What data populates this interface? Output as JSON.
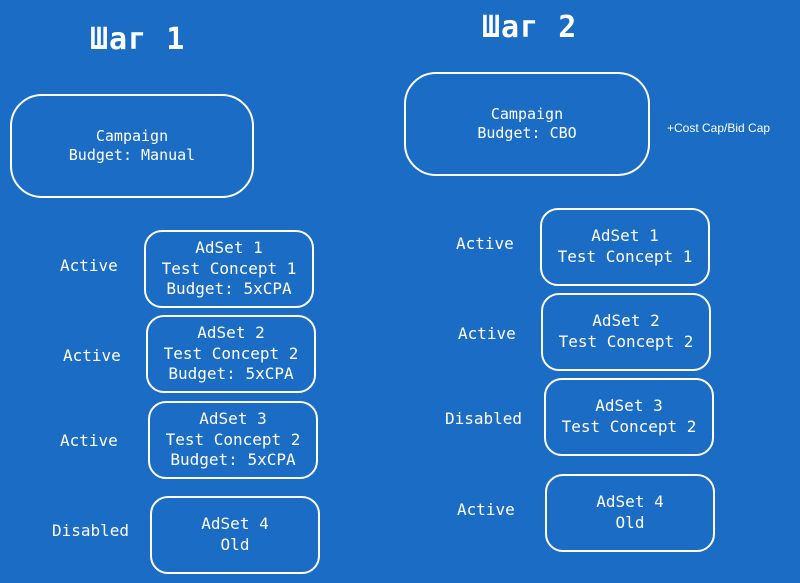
{
  "step1": {
    "title": "Шаг 1",
    "campaign": {
      "line1": "Campaign",
      "line2": "Budget: Manual"
    },
    "adsets": [
      {
        "status": "Active",
        "lines": [
          "AdSet 1",
          "Test Concept 1",
          "Budget: 5xCPA"
        ]
      },
      {
        "status": "Active",
        "lines": [
          "AdSet 2",
          "Test Concept 2",
          "Budget: 5xCPA"
        ]
      },
      {
        "status": "Active",
        "lines": [
          "AdSet 3",
          "Test Concept 2",
          "Budget: 5xCPA"
        ]
      },
      {
        "status": "Disabled",
        "lines": [
          "AdSet 4",
          "Old"
        ]
      }
    ]
  },
  "step2": {
    "title": "Шаг 2",
    "campaign": {
      "line1": "Campaign",
      "line2": "Budget: CBO"
    },
    "note": "+Cost Cap/Bid Cap",
    "adsets": [
      {
        "status": "Active",
        "lines": [
          "AdSet 1",
          "Test Concept 1"
        ]
      },
      {
        "status": "Active",
        "lines": [
          "AdSet 2",
          "Test Concept 2"
        ]
      },
      {
        "status": "Disabled",
        "lines": [
          "AdSet 3",
          "Test Concept 2"
        ]
      },
      {
        "status": "Active",
        "lines": [
          "AdSet 4",
          "Old"
        ]
      }
    ]
  }
}
